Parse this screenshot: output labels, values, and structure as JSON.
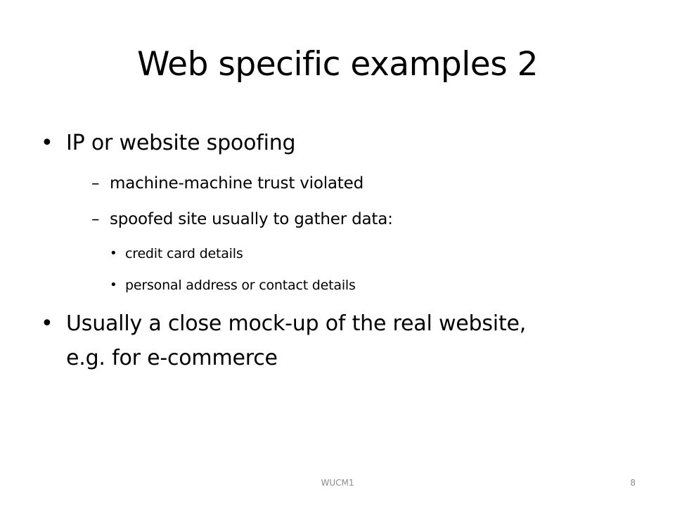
{
  "slide": {
    "title": "Web specific examples 2",
    "bullets": [
      {
        "marker": "•",
        "text": "IP or website spoofing",
        "sub": [
          {
            "marker": "–",
            "text": "machine-machine trust violated"
          },
          {
            "marker": "–",
            "text": "spoofed site usually to gather data:",
            "sub": [
              {
                "marker": "•",
                "text": "credit card details"
              },
              {
                "marker": "•",
                "text": "personal address or contact details"
              }
            ]
          }
        ]
      },
      {
        "marker": "•",
        "text_lines": [
          "Usually a close mock-up of the real website,",
          "e.g. for e-commerce"
        ]
      }
    ]
  },
  "footer": {
    "label": "WUCM1",
    "page_number": "8"
  }
}
